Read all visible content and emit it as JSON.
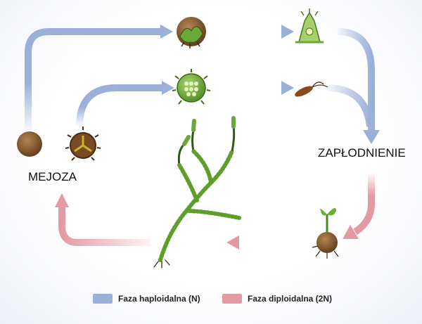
{
  "labels": {
    "meiosis": "MEJOZA",
    "fertilization": "ZAPŁODNIENIE"
  },
  "legend": [
    {
      "label": "Faza haploidalna (N)",
      "color": "#9bb0d8"
    },
    {
      "label": "Faza diploidalna (2N)",
      "color": "#e49aa3"
    }
  ],
  "colors": {
    "haploid": "#9bb0d8",
    "diploid": "#e49aa3"
  }
}
